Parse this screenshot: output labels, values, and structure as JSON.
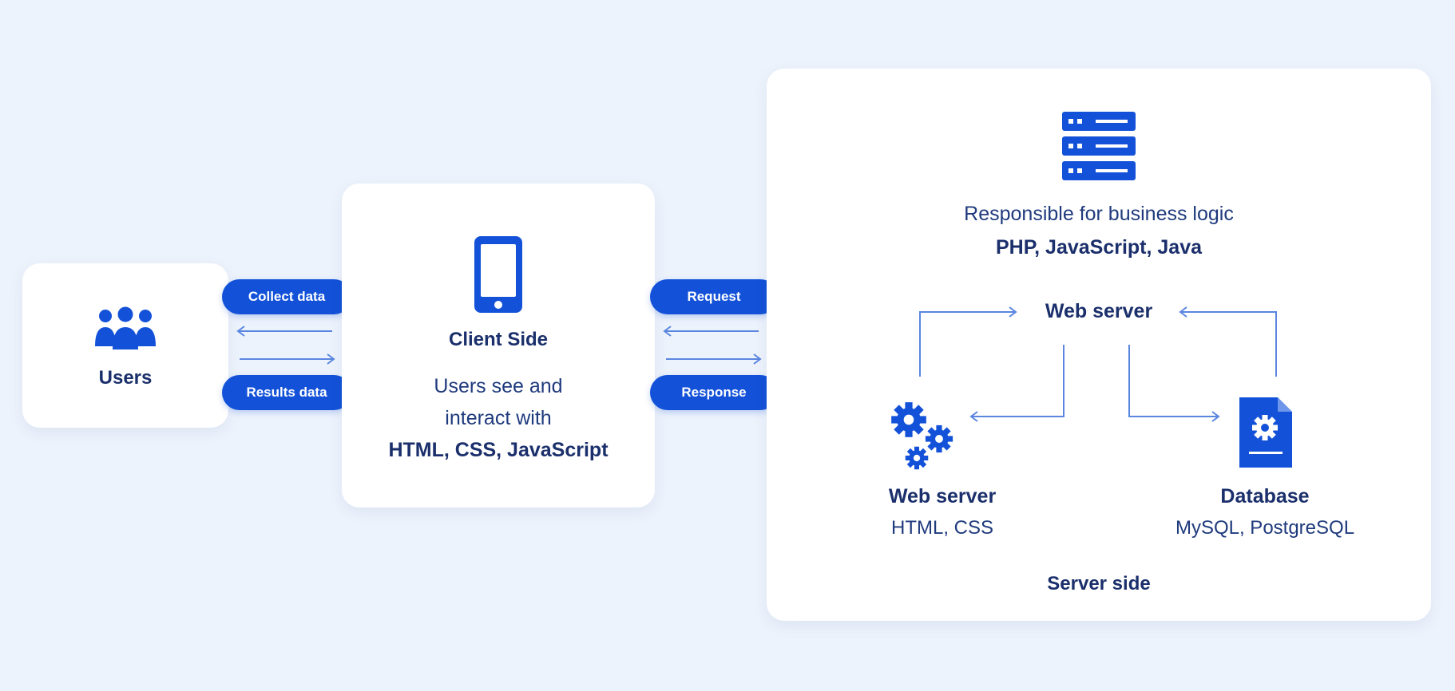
{
  "users": {
    "title": "Users",
    "icon": "users-icon"
  },
  "client": {
    "title": "Client Side",
    "line1": "Users see and",
    "line2": "interact with",
    "tech": "HTML, CSS, JavaScript",
    "icon": "smartphone-icon"
  },
  "left_arrows": {
    "top_label": "Collect data",
    "bottom_label": "Results data"
  },
  "right_arrows": {
    "top_label": "Request",
    "bottom_label": "Response"
  },
  "server": {
    "icon": "server-rack-icon",
    "description": "Responsible for business logic",
    "tech": "PHP, JavaScript, Java",
    "hub_label": "Web server",
    "web_server": {
      "title": "Web server",
      "tech": "HTML, CSS",
      "icon": "gears-icon"
    },
    "database": {
      "title": "Database",
      "tech": "MySQL, PostgreSQL",
      "icon": "database-document-icon"
    },
    "footer": "Server side"
  },
  "colors": {
    "accent": "#1352d8",
    "text": "#1a2f6b",
    "background": "#edf3fc",
    "arrow": "#5a86e0"
  }
}
